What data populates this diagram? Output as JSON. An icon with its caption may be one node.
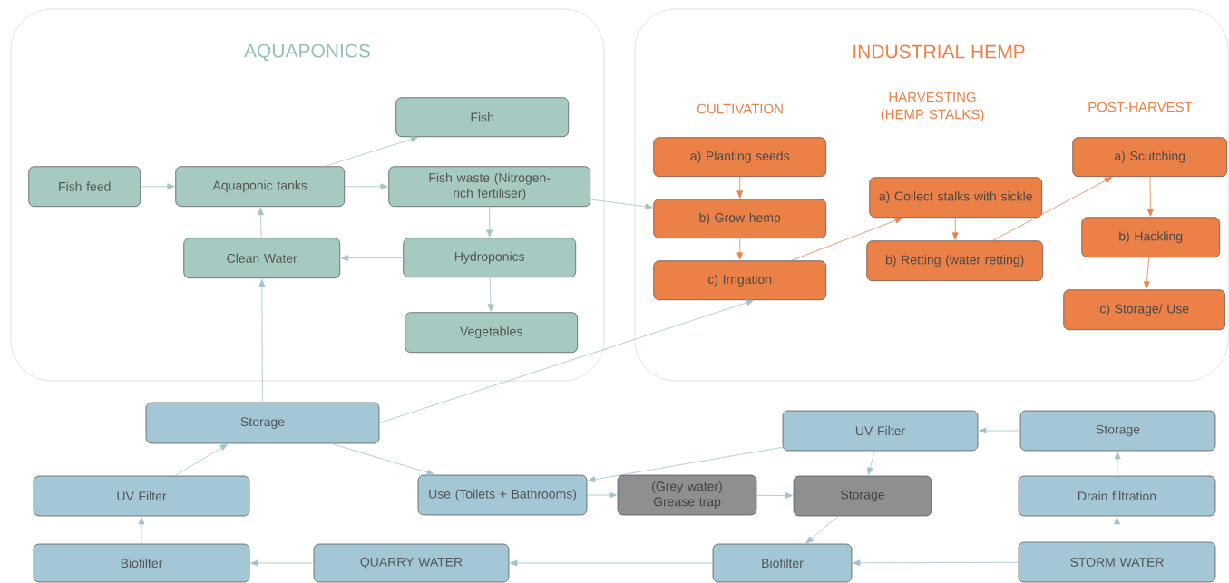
{
  "diagram": {
    "nodes": [
      {
        "text": [
          "AQUAPONICS"
        ]
      },
      {
        "text": [
          "INDUSTRIAL HEMP"
        ]
      },
      {
        "text": [
          "Fish"
        ],
        "in": 0
      },
      {
        "text": [
          "Fish feed"
        ],
        "in": 0
      },
      {
        "text": [
          "Aquaponic tanks"
        ],
        "in": 0
      },
      {
        "text": [
          "Fish waste (Nitrogen-rich fertiliser)"
        ],
        "in": 0
      },
      {
        "text": [
          "Clean Water"
        ],
        "in": 0
      },
      {
        "text": [
          "Hydroponics"
        ],
        "in": 0
      },
      {
        "text": [
          "Vegetables"
        ],
        "in": 0
      },
      {
        "text": [
          "a) Planting seeds"
        ],
        "in": 1
      },
      {
        "text": [
          "b) Grow hemp"
        ],
        "in": 1
      },
      {
        "text": [
          "c) Irrigation"
        ],
        "in": 1
      },
      {
        "text": [
          "a) Collect stalks with sickle"
        ],
        "in": 1
      },
      {
        "text": [
          "b) Retting (water retting)"
        ],
        "in": 1
      },
      {
        "text": [
          "a) Scutching"
        ],
        "in": 1
      },
      {
        "text": [
          "b) Hackling"
        ],
        "in": 1
      },
      {
        "text": [
          "c) Storage/ Use"
        ],
        "in": 1
      },
      {
        "text": [
          "Storage"
        ]
      },
      {
        "text": [
          "UV Filter"
        ]
      },
      {
        "text": [
          "Biofilter"
        ]
      },
      {
        "text": [
          "QUARRY WATER"
        ]
      },
      {
        "text": [
          "Use (Toilets + Bathrooms)"
        ]
      },
      {
        "text": [
          "(Grey water) Grease trap"
        ]
      },
      {
        "text": [
          "Storage"
        ]
      },
      {
        "text": [
          "UV Filter"
        ]
      },
      {
        "text": [
          "Storage"
        ]
      },
      {
        "text": [
          "Drain filtration"
        ]
      },
      {
        "text": [
          "Biofilter"
        ]
      },
      {
        "text": [
          "STORM WATER"
        ]
      }
    ],
    "edges": [
      {
        "from": 3,
        "to": 4,
        "arrow": "to",
        "color": "#a3c5bc"
      },
      {
        "from": 4,
        "to": 2,
        "arrow": "to",
        "color": "#a3c5bc"
      },
      {
        "from": 4,
        "to": 5,
        "arrow": "to",
        "color": "#a3c5bc"
      },
      {
        "from": 5,
        "to": 7,
        "arrow": "to",
        "color": "#a3c5bc"
      },
      {
        "from": 7,
        "to": 6,
        "arrow": "to",
        "color": "#a3c5bc"
      },
      {
        "from": 6,
        "to": 4,
        "arrow": "to",
        "color": "#a3c5bc"
      },
      {
        "from": 7,
        "to": 8,
        "arrow": "to",
        "color": "#a3c5bc"
      },
      {
        "from": 5,
        "to": 10,
        "arrow": "to",
        "color": "#a3c5bc"
      },
      {
        "from": 9,
        "to": 10,
        "arrow": "to",
        "color": "#e8834a"
      },
      {
        "from": 10,
        "to": 11,
        "arrow": "to",
        "color": "#e8834a"
      },
      {
        "from": 11,
        "to": 12,
        "arrow": "to",
        "color": "#e8834a"
      },
      {
        "from": 12,
        "to": 13,
        "arrow": "to",
        "color": "#e8834a"
      },
      {
        "from": 13,
        "to": 14,
        "arrow": "to",
        "color": "#e8834a"
      },
      {
        "from": 14,
        "to": 15,
        "arrow": "to",
        "color": "#e8834a"
      },
      {
        "from": 15,
        "to": 16,
        "arrow": "to",
        "color": "#e8834a"
      },
      {
        "from": 17,
        "to": 6,
        "arrow": "to"
      },
      {
        "from": 17,
        "to": 11,
        "arrow": "to"
      },
      {
        "from": 17,
        "to": 21,
        "arrow": "to"
      },
      {
        "from": 18,
        "to": 17,
        "arrow": "to"
      },
      {
        "from": 19,
        "to": 18,
        "arrow": "to"
      },
      {
        "from": 20,
        "to": 19,
        "arrow": "to"
      },
      {
        "from": 21,
        "to": 22,
        "arrow": "to"
      },
      {
        "from": 22,
        "to": 23,
        "arrow": "to"
      },
      {
        "from": 24,
        "to": 21,
        "arrow": "to"
      },
      {
        "from": 24,
        "to": 23,
        "arrow": "to"
      },
      {
        "from": 23,
        "to": 27,
        "arrow": "to"
      },
      {
        "from": 28,
        "to": 27,
        "arrow": "to"
      },
      {
        "from": 27,
        "to": 20,
        "arrow": "to"
      },
      {
        "from": 28,
        "to": 26,
        "arrow": "to"
      },
      {
        "from": 26,
        "to": 25,
        "arrow": "to"
      },
      {
        "from": 25,
        "to": 24,
        "arrow": "to"
      }
    ],
    "labels": [
      "CULTIVATION",
      "HARVESTING (HEMP STALKS)",
      "POST-HARVEST"
    ]
  }
}
